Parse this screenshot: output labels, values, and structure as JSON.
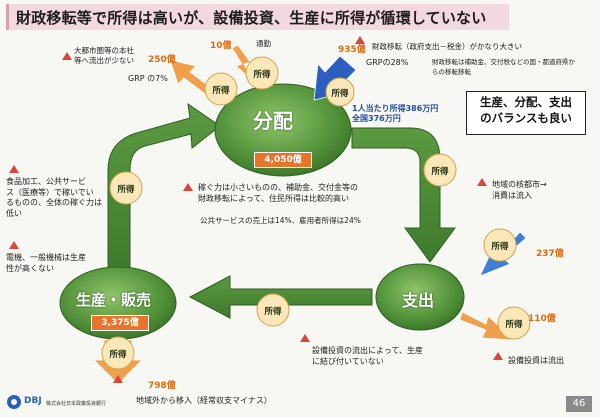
{
  "title": "財政移転等で所得は高いが、設備投資、生産に所得が循環していない",
  "nodes": {
    "bunpai": {
      "label": "分配",
      "value": "4,050億"
    },
    "shishutsu": {
      "label": "支出"
    },
    "seisan": {
      "label": "生産・販売",
      "value": "3,375億"
    }
  },
  "flow_label": "所得",
  "annotations": {
    "top_left_note": "大都市圏等の本社\n等へ流出が少ない",
    "top_left_value": "250億",
    "grp7": "GRP の7%",
    "tsukin_value": "10億",
    "tsukin_label": "通勤",
    "zaisei_value": "935億",
    "zaisei_label": "財政移転（政府支出－税金）がかなり大きい",
    "grp28": "GRPの28%",
    "zaisei_detail": "財政移転は補助金、交付税などの国・都道府県か\nらの移転移転",
    "per_capita": "1人当たり所得386万円\n全国376万円",
    "balance_note": "生産、分配、支出\nのバランスも良い",
    "center_note": "稼ぐ力は小さいものの、補助金、交付金等の\n財政移転によって、住民所得は比較的高い",
    "public_service": "公共サービスの売上は14%、雇用者所得は24%",
    "left_note1": "食品加工、公共サービ\nス（医療等）で稼いでい\nるものの、全体の稼ぐ力は\n低い",
    "left_note2": "電機、一般機械は生産\n性が高くない",
    "right_note": "地域の核都市→\n消費は流入",
    "right_value": "237億",
    "bottom_right_value": "110億",
    "bottom_right_label": "設備投資は流出",
    "bottom_center_note": "設備投資の流出によって、生産\nに結び付いていない",
    "bottom_left_value": "798億",
    "bottom_left_label": "地域外から移入（経常収支マイナス）",
    "logo_name": "株式会社日本政策投資銀行"
  },
  "logo_text": "DBJ",
  "page_number": "46",
  "colors": {
    "green": "#4d8a38",
    "orange": "#e9732a",
    "blue": "#2a5fbf",
    "title_bg": "#f2d8df"
  }
}
